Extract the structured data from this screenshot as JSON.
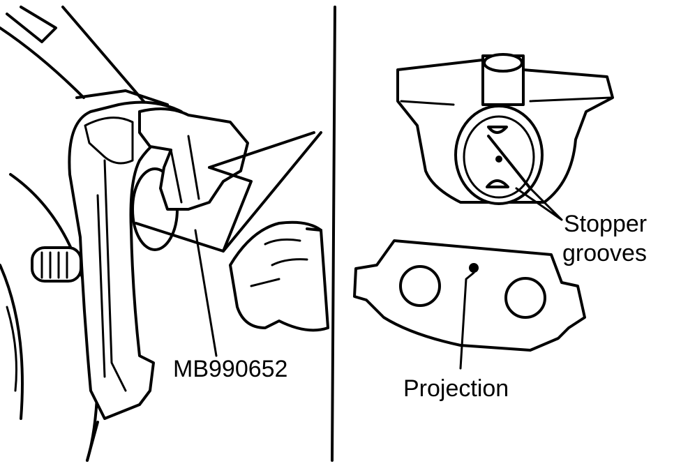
{
  "labels": {
    "tool_number": "MB990652",
    "stopper_line1": "Stopper",
    "stopper_line2": "grooves",
    "projection": "Projection"
  },
  "colors": {
    "ink": "#000000",
    "paper": "#ffffff"
  }
}
